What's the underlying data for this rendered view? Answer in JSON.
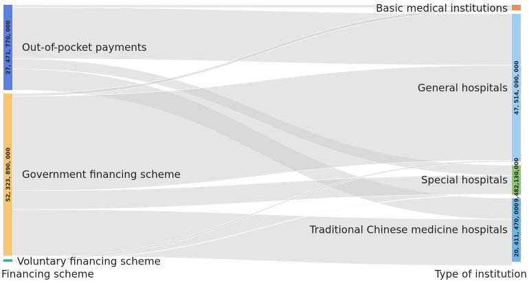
{
  "chart_data": {
    "type": "sankey",
    "axis_labels": {
      "left": "Financing scheme",
      "right": "Type of institution"
    },
    "sources": [
      {
        "name": "Out-of-pocket payments",
        "value_label": "27, 471, 770, 000",
        "value": 27471770000,
        "color": "#5B7FE0"
      },
      {
        "name": "Government financing scheme",
        "value_label": "52, 323, 890, 000",
        "value": 52323890000,
        "color": "#F8C66E"
      },
      {
        "name": "Voluntary financing scheme",
        "value_label": "",
        "value": 800000000,
        "color": "#3FAF8F"
      }
    ],
    "targets": [
      {
        "name": "Basic medical institutions",
        "value_label": "",
        "value": 1800000000,
        "color": "#EE8E55"
      },
      {
        "name": "General hospitals",
        "value_label": "47, 514, 090, 000",
        "value": 47514090000,
        "color": "#9ECFF2"
      },
      {
        "name": "Special hospitals",
        "value_label": "9,482,130,000",
        "value": 9482130000,
        "color": "#8CC870"
      },
      {
        "name": "Traditional Chinese medicine hospitals",
        "value_label": "20, 411, 470, 000",
        "value": 20411470000,
        "color": "#6FB5E6"
      }
    ],
    "links": [
      {
        "source": "Out-of-pocket payments",
        "target": "Basic medical institutions",
        "value": 900000000
      },
      {
        "source": "Out-of-pocket payments",
        "target": "General hospitals",
        "value": 16500000000
      },
      {
        "source": "Out-of-pocket payments",
        "target": "Special hospitals",
        "value": 3300000000
      },
      {
        "source": "Out-of-pocket payments",
        "target": "Traditional Chinese medicine hospitals",
        "value": 6771770000
      },
      {
        "source": "Government financing scheme",
        "target": "Basic medical institutions",
        "value": 900000000
      },
      {
        "source": "Government financing scheme",
        "target": "General hospitals",
        "value": 30500000000
      },
      {
        "source": "Government financing scheme",
        "target": "Special hospitals",
        "value": 6000000000
      },
      {
        "source": "Government financing scheme",
        "target": "Traditional Chinese medicine hospitals",
        "value": 14923890000
      },
      {
        "source": "Voluntary financing scheme",
        "target": "General hospitals",
        "value": 514090000
      },
      {
        "source": "Voluntary financing scheme",
        "target": "Special hospitals",
        "value": 182130000
      },
      {
        "source": "Voluntary financing scheme",
        "target": "Traditional Chinese medicine hospitals",
        "value": 103780000
      }
    ]
  }
}
